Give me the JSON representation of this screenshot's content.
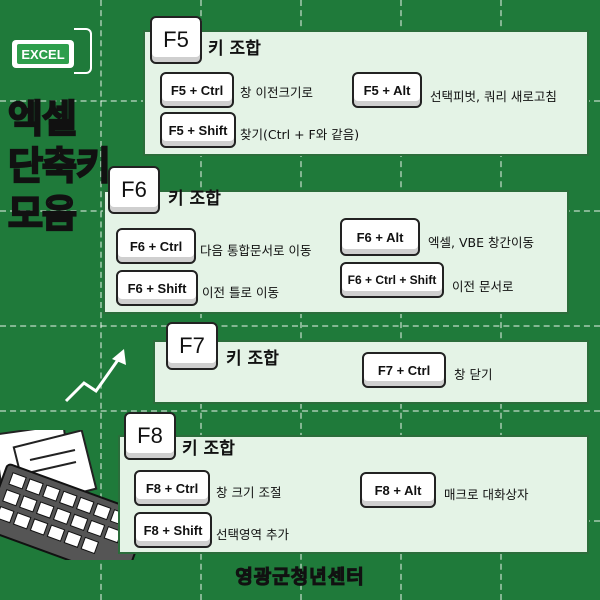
{
  "badge": {
    "label": "EXCEL"
  },
  "title": {
    "line1": "엑셀",
    "line2": "단축키",
    "line3": "모음"
  },
  "sections": [
    {
      "key": "F5",
      "heading": "키 조합",
      "items": [
        {
          "combo": "F5 + Ctrl",
          "desc": "창 이전크기로"
        },
        {
          "combo": "F5 + Alt",
          "desc": "선택피벗, 쿼리 새로고침"
        },
        {
          "combo": "F5 + Shift",
          "desc": "찾기(Ctrl + F와 같음)"
        }
      ]
    },
    {
      "key": "F6",
      "heading": "키 조합",
      "items": [
        {
          "combo": "F6 + Ctrl",
          "desc": "다음 통합문서로 이동"
        },
        {
          "combo": "F6 + Alt",
          "desc": "엑셀, VBE 창간이동"
        },
        {
          "combo": "F6 + Shift",
          "desc": "이전 틀로 이동"
        },
        {
          "combo": "F6 + Ctrl + Shift",
          "desc": "이전 문서로"
        }
      ]
    },
    {
      "key": "F7",
      "heading": "키 조합",
      "items": [
        {
          "combo": "F7 + Ctrl",
          "desc": "창 닫기"
        }
      ]
    },
    {
      "key": "F8",
      "heading": "키 조합",
      "items": [
        {
          "combo": "F8 + Ctrl",
          "desc": "창 크기 조절"
        },
        {
          "combo": "F8 + Alt",
          "desc": "매크로 대화상자"
        },
        {
          "combo": "F8 + Shift",
          "desc": "선택영역 추가"
        }
      ]
    }
  ],
  "footer": {
    "text": "영광군청년센터"
  },
  "colors": {
    "background": "#1f7a3a",
    "panel": "#e4f3e6",
    "title_accent": "#e9f58a"
  }
}
